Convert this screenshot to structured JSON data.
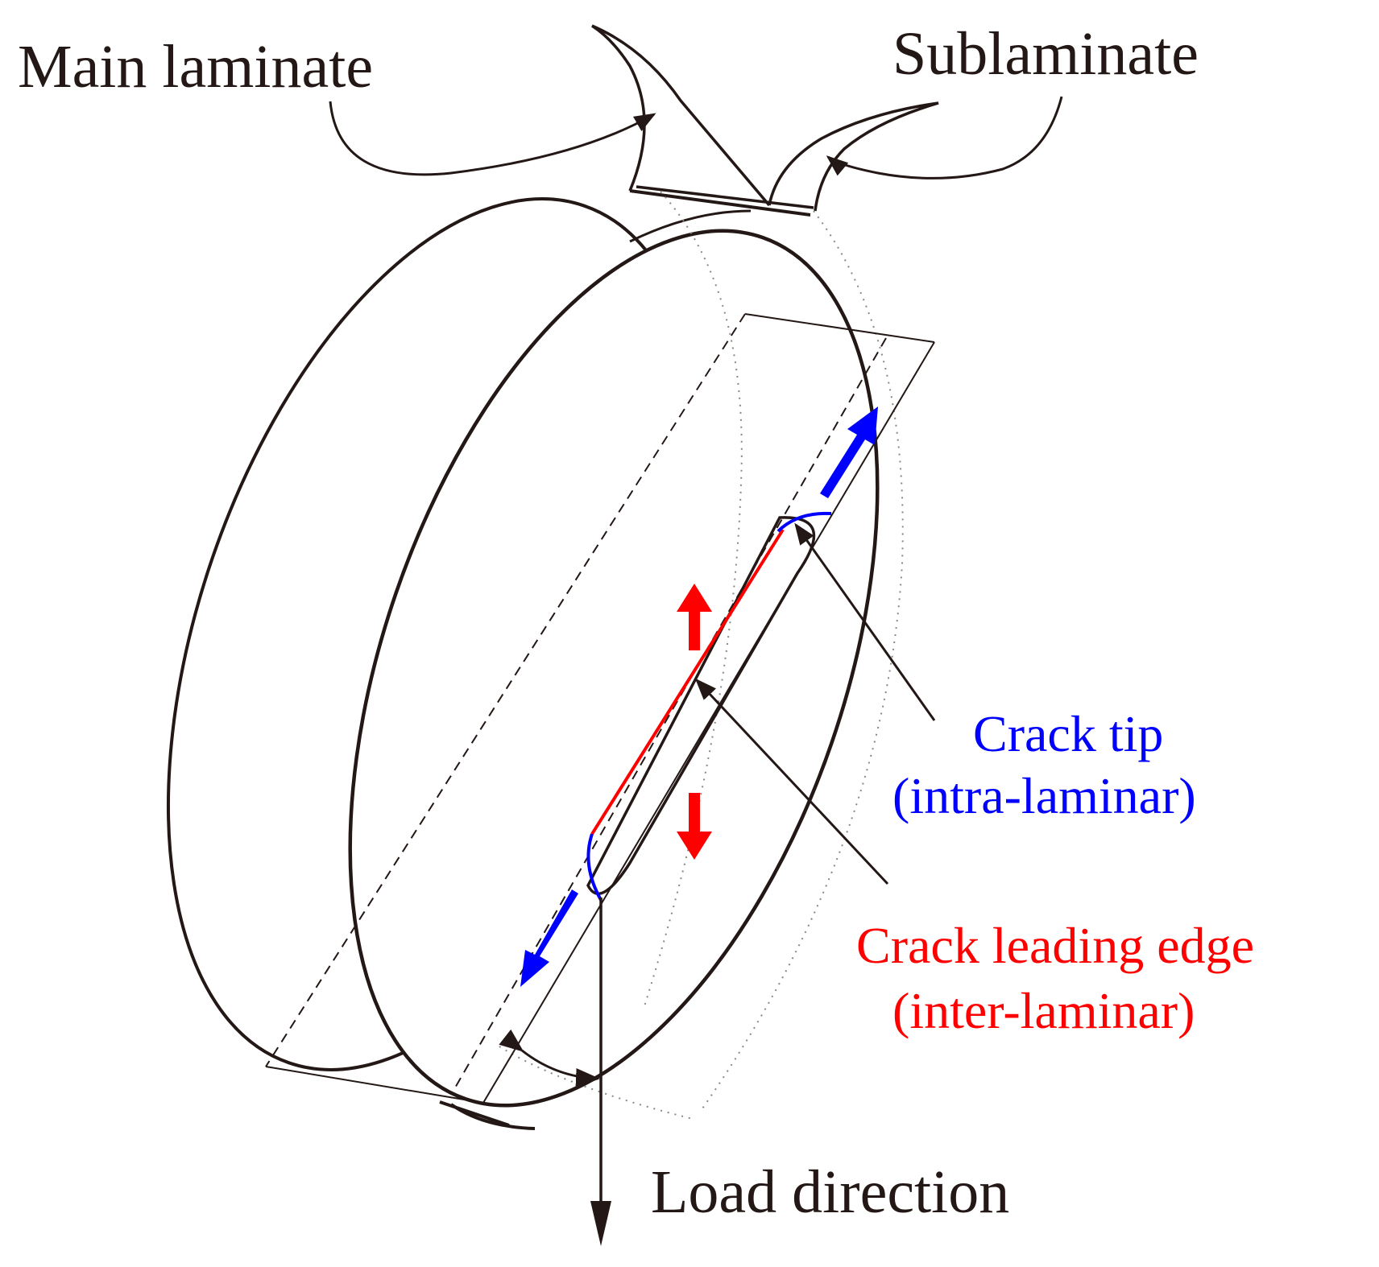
{
  "labels": {
    "main_laminate": "Main laminate",
    "sublaminate": "Sublaminate",
    "crack_tip_line1": "Crack tip",
    "crack_tip_line2": "(intra-laminar)",
    "crack_leading_edge_line1": "Crack leading edge",
    "crack_leading_edge_line2": "(inter-laminar)",
    "load_direction": "Load direction"
  },
  "colors": {
    "outline": "#231815",
    "crack_tip": "#0000ff",
    "crack_leading_edge": "#ff0000",
    "guide_lines": "#555555"
  }
}
